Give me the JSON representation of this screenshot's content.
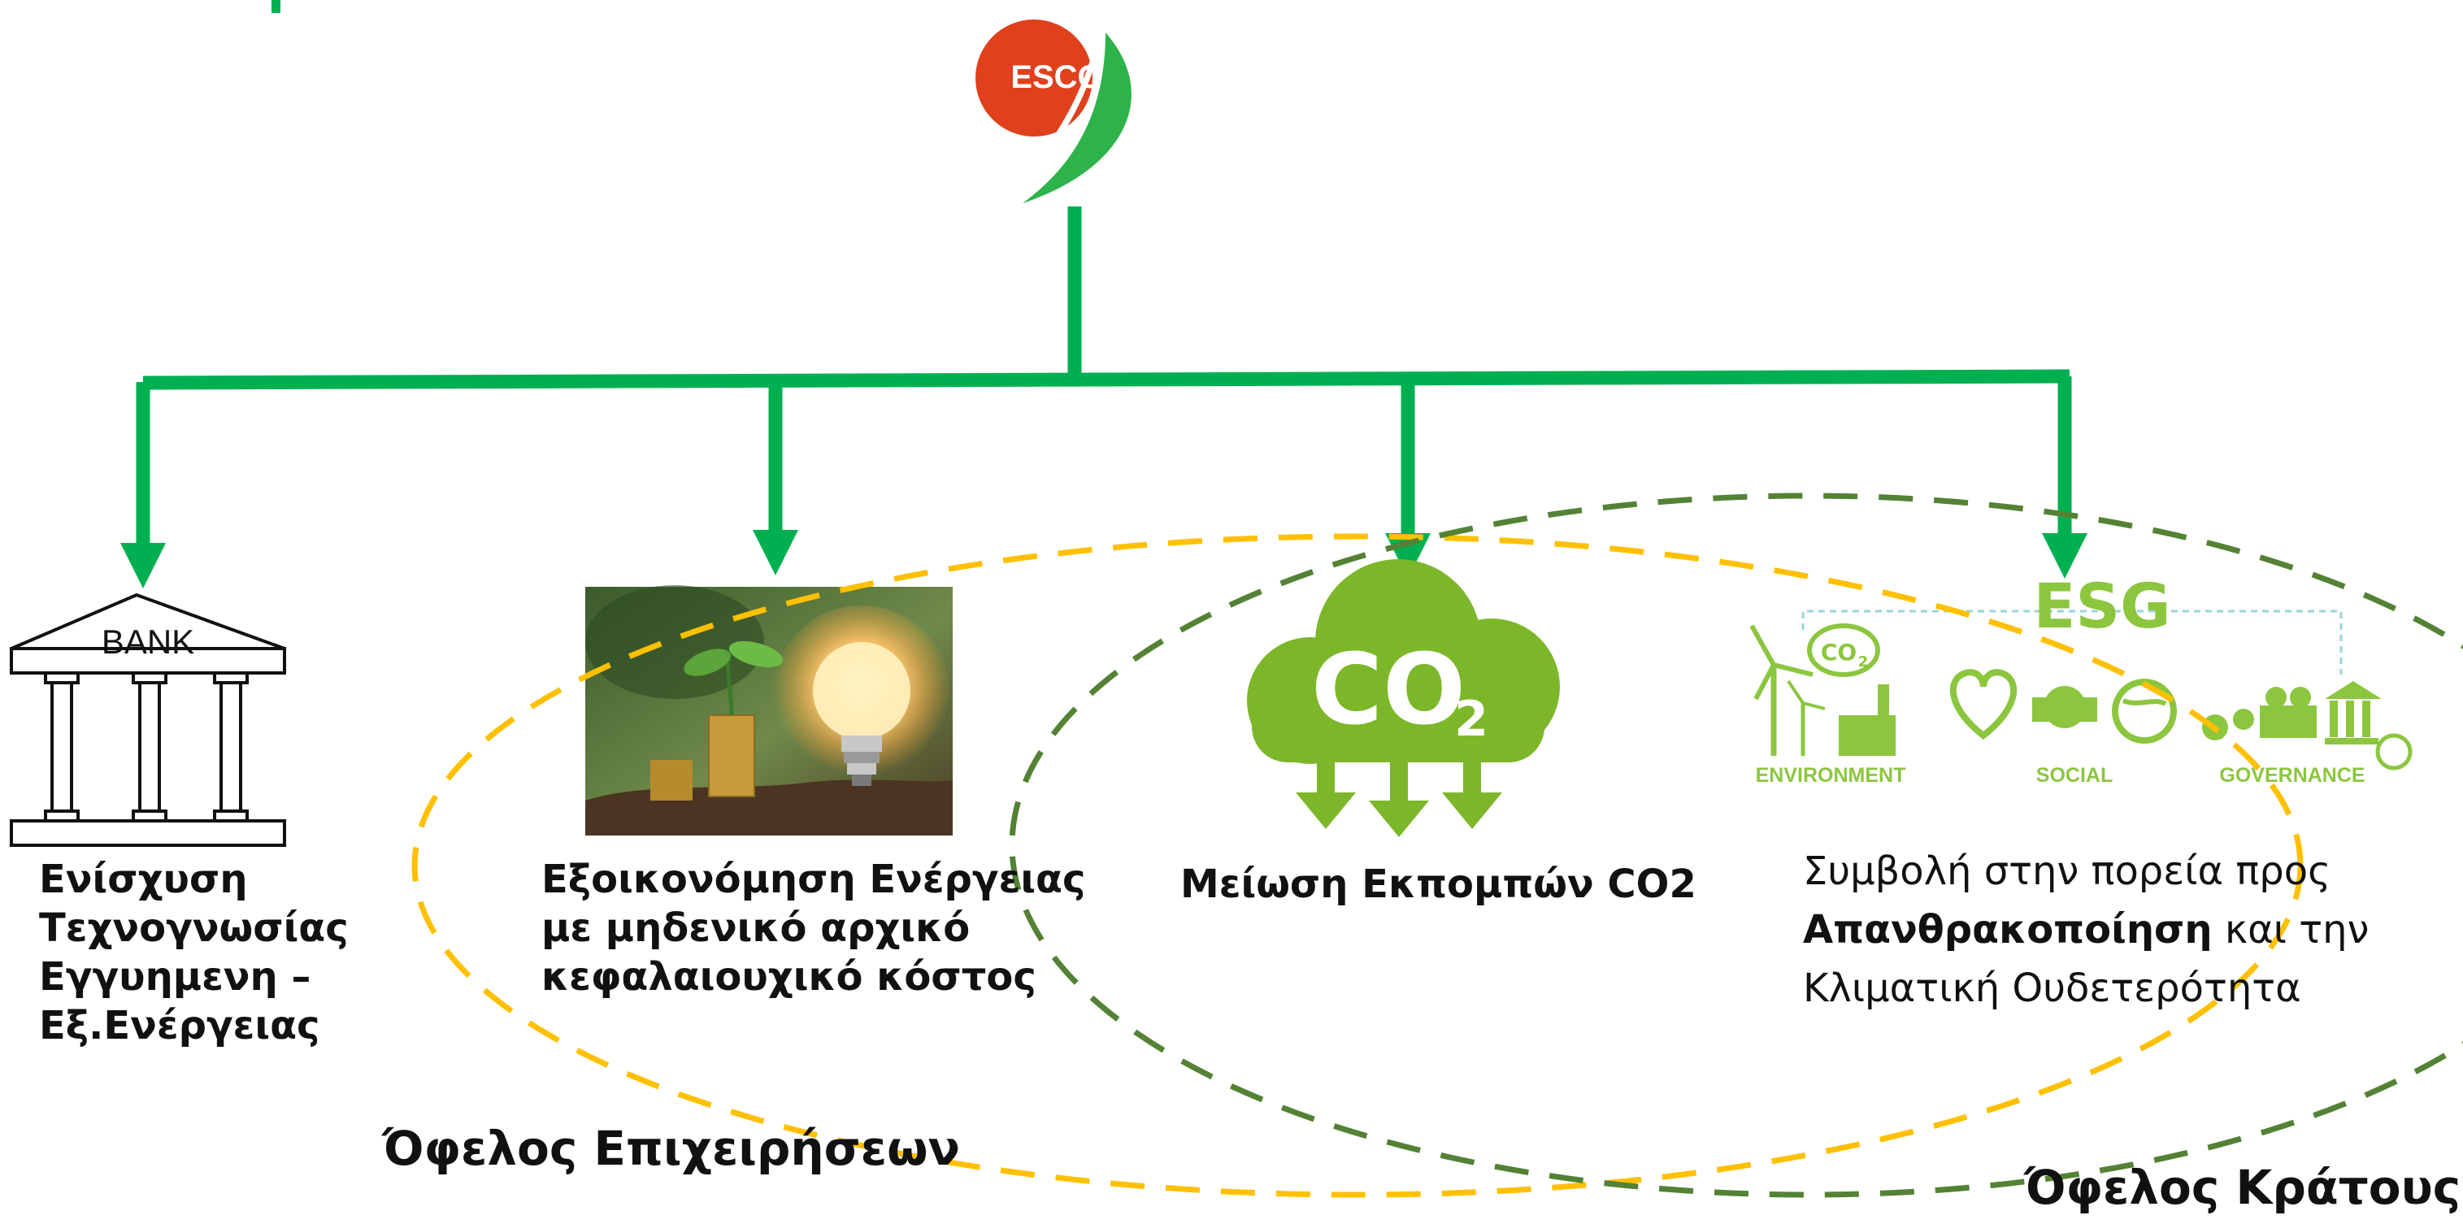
{
  "logo": {
    "text": "ESCO"
  },
  "nodes": {
    "bank": {
      "icon_text": "BANK",
      "label_lines": [
        "Ενίσχυση",
        "Τεχνογνωσίας",
        "Εγγυημενη –",
        "Εξ.Ενέργειας"
      ]
    },
    "energy": {
      "label_lines": [
        "Εξοικονόμηση Ενέργειας",
        "με μηδενικό αρχικό",
        "κεφαλαιουχικό κόστος"
      ]
    },
    "co2": {
      "icon_text": "CO",
      "icon_sub": "2",
      "label": "Μείωση Εκπομπών CO2"
    },
    "esg": {
      "title": "ESG",
      "badge_text": "CO",
      "badge_sub": "2",
      "categories": [
        "ENVIRONMENT",
        "SOCIAL",
        "GOVERNANCE"
      ],
      "line1": "Συμβολή στην πορεία προς",
      "line2_bold": "Απανθρακοποίηση",
      "line2_rest": " και την",
      "line3": "Κλιματική Ουδετερότητα"
    }
  },
  "groups": {
    "business": "Όφελος Επιχειρήσεων",
    "state": "Όφελος Κράτους"
  },
  "colors": {
    "connector": "#00b050",
    "logo_red": "#e0401c",
    "logo_green": "#2db34a",
    "co2_green": "#7cb72a",
    "esg_green": "#8cc63f",
    "yellow_dash": "#ffc000",
    "darkgreen_dash": "#548235"
  }
}
